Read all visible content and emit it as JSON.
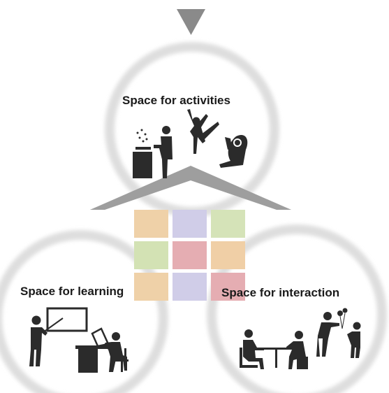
{
  "labels": {
    "activities": "Space for activities",
    "learning": "Space for learning",
    "interaction": "Space for interaction"
  },
  "colors": {
    "ring": "#e0e0e0",
    "roof": "#9e9e9e",
    "arrow": "#8a8a8a",
    "silhouette": "#2b2b2b",
    "grid": [
      "#efd1a8",
      "#d0cde8",
      "#d5e3b8",
      "#d3e2b4",
      "#e5adb2",
      "#f0cfa6",
      "#efd1a8",
      "#d0cde8",
      "#e5adb2"
    ]
  },
  "icons": {
    "arrow": "down-triangle-icon",
    "cooking": "cooking-person-icon",
    "dancing": "dancing-person-icon",
    "yoga": "yoga-person-icon",
    "teacher": "teacher-at-board-icon",
    "student": "student-at-desk-icon",
    "seated_pair": "seated-pair-icon",
    "standing_pair": "standing-pair-with-balloons-icon"
  }
}
